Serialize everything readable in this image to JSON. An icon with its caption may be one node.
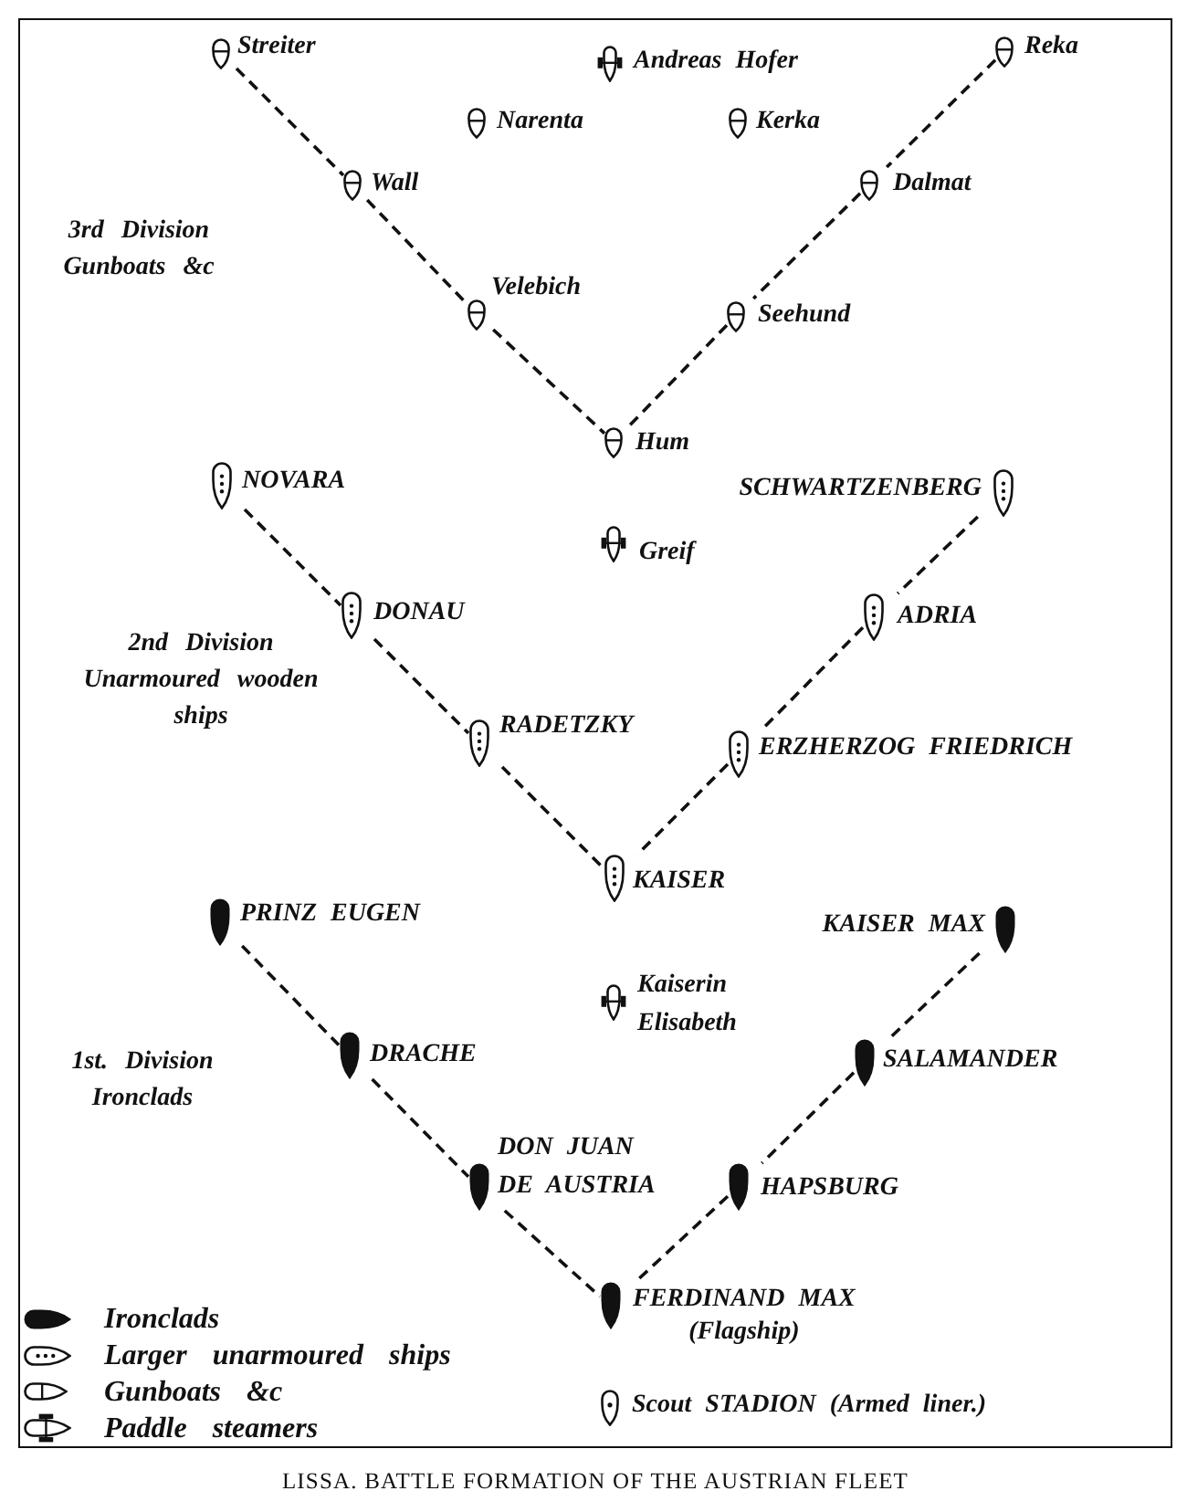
{
  "diagram": {
    "caption": "LISSA. BATTLE FORMATION OF THE AUSTRIAN FLEET",
    "nodes": [
      {
        "text": [
          "Streiter"
        ]
      },
      {
        "text": [
          "Andreas Hofer"
        ]
      },
      {
        "text": [
          "Reka"
        ]
      },
      {
        "text": [
          "Narenta"
        ]
      },
      {
        "text": [
          "Kerka"
        ]
      },
      {
        "text": [
          "Wall"
        ]
      },
      {
        "text": [
          "Dalmat"
        ]
      },
      {
        "text": [
          "Velebich"
        ]
      },
      {
        "text": [
          "Seehund"
        ]
      },
      {
        "text": [
          "Hum"
        ]
      },
      {
        "text": [
          "NOVARA"
        ]
      },
      {
        "text": [
          "SCHWARTZENBERG"
        ]
      },
      {
        "text": [
          "Greif"
        ]
      },
      {
        "text": [
          "DONAU"
        ]
      },
      {
        "text": [
          "ADRIA"
        ]
      },
      {
        "text": [
          "RADETZKY"
        ]
      },
      {
        "text": [
          "ERZHERZOG FRIEDRICH"
        ]
      },
      {
        "text": [
          "KAISER"
        ]
      },
      {
        "text": [
          "PRINZ EUGEN"
        ]
      },
      {
        "text": [
          "KAISER MAX"
        ]
      },
      {
        "text": [
          "Kaiserin Elisabeth"
        ]
      },
      {
        "text": [
          "DRACHE"
        ]
      },
      {
        "text": [
          "SALAMANDER"
        ]
      },
      {
        "text": [
          "DON JUAN DE AUSTRIA"
        ]
      },
      {
        "text": [
          "HAPSBURG"
        ]
      },
      {
        "text": [
          "FERDINAND MAX",
          "(Flagship)"
        ]
      },
      {
        "text": [
          "Scout STADION (Armed liner.)"
        ]
      }
    ],
    "edges": [
      {
        "from": 0,
        "to": 5,
        "arrow": "none",
        "style": "dashed"
      },
      {
        "from": 5,
        "to": 7,
        "arrow": "none",
        "style": "dashed"
      },
      {
        "from": 7,
        "to": 9,
        "arrow": "none",
        "style": "dashed"
      },
      {
        "from": 2,
        "to": 6,
        "arrow": "none",
        "style": "dashed"
      },
      {
        "from": 6,
        "to": 8,
        "arrow": "none",
        "style": "dashed"
      },
      {
        "from": 8,
        "to": 9,
        "arrow": "none",
        "style": "dashed"
      },
      {
        "from": 10,
        "to": 13,
        "arrow": "none",
        "style": "dashed"
      },
      {
        "from": 13,
        "to": 15,
        "arrow": "none",
        "style": "dashed"
      },
      {
        "from": 15,
        "to": 17,
        "arrow": "none",
        "style": "dashed"
      },
      {
        "from": 11,
        "to": 14,
        "arrow": "none",
        "style": "dashed"
      },
      {
        "from": 14,
        "to": 16,
        "arrow": "none",
        "style": "dashed"
      },
      {
        "from": 16,
        "to": 17,
        "arrow": "none",
        "style": "dashed"
      },
      {
        "from": 18,
        "to": 21,
        "arrow": "none",
        "style": "dashed"
      },
      {
        "from": 21,
        "to": 23,
        "arrow": "none",
        "style": "dashed"
      },
      {
        "from": 23,
        "to": 25,
        "arrow": "none",
        "style": "dashed"
      },
      {
        "from": 19,
        "to": 22,
        "arrow": "none",
        "style": "dashed"
      },
      {
        "from": 22,
        "to": 24,
        "arrow": "none",
        "style": "dashed"
      },
      {
        "from": 24,
        "to": 25,
        "arrow": "none",
        "style": "dashed"
      }
    ],
    "labels": [
      "3rd Division Gunboats &c",
      "2nd Division Unarmoured wooden ships",
      "1st. Division Ironclads"
    ],
    "legend": [
      {
        "text": "Ironclads"
      },
      {
        "text": "Larger unarmoured ships"
      },
      {
        "text": "Gunboats &c"
      },
      {
        "text": "Paddle steamers"
      }
    ]
  }
}
